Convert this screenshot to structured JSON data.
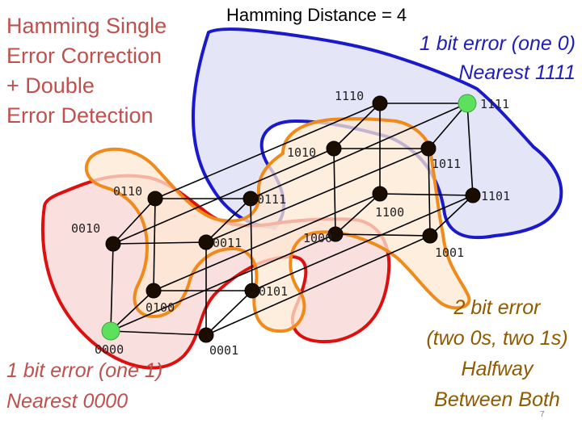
{
  "colors": {
    "title": "#c0504d",
    "heading": "#000000",
    "top_callout": "#1f1fb5",
    "bottom_left_callout": "#c0504d",
    "bottom_right_callout": "#8f5a00",
    "region_blue_fill": "#dcdcf5",
    "region_blue_stroke": "#1a1acc",
    "region_red_fill": "#f8d4d4",
    "region_red_stroke": "#dd1010",
    "region_orange_fill": "#fde8d3",
    "region_orange_stroke": "#f08a1a",
    "node_dark": "#1a0d00",
    "node_green": "#5de05d",
    "edge": "#000000"
  },
  "title": {
    "lines": [
      "Hamming Single",
      "Error Correction",
      "+ Double",
      "Error Detection"
    ]
  },
  "heading": {
    "text": "Hamming Distance = 4"
  },
  "callout_top": {
    "lines": [
      "1 bit error (one 0)",
      "Nearest 1111"
    ]
  },
  "callout_bottom_left": {
    "lines": [
      "1 bit error (one 1)",
      "Nearest 0000"
    ]
  },
  "callout_bottom_right": {
    "lines": [
      "2 bit error",
      "(two 0s, two 1s)",
      "Halfway",
      "Between Both"
    ]
  },
  "slide_number": "7",
  "nodes": [
    {
      "label": "0000",
      "color": "green"
    },
    {
      "label": "0001",
      "color": "dark"
    },
    {
      "label": "0010",
      "color": "dark"
    },
    {
      "label": "0011",
      "color": "dark"
    },
    {
      "label": "0100",
      "color": "dark"
    },
    {
      "label": "0101",
      "color": "dark"
    },
    {
      "label": "0110",
      "color": "dark"
    },
    {
      "label": "0111",
      "color": "dark"
    },
    {
      "label": "1000",
      "color": "dark"
    },
    {
      "label": "1001",
      "color": "dark"
    },
    {
      "label": "1010",
      "color": "dark"
    },
    {
      "label": "1011",
      "color": "dark"
    },
    {
      "label": "1100",
      "color": "dark"
    },
    {
      "label": "1101",
      "color": "dark"
    },
    {
      "label": "1110",
      "color": "dark"
    },
    {
      "label": "1111",
      "color": "green"
    }
  ]
}
